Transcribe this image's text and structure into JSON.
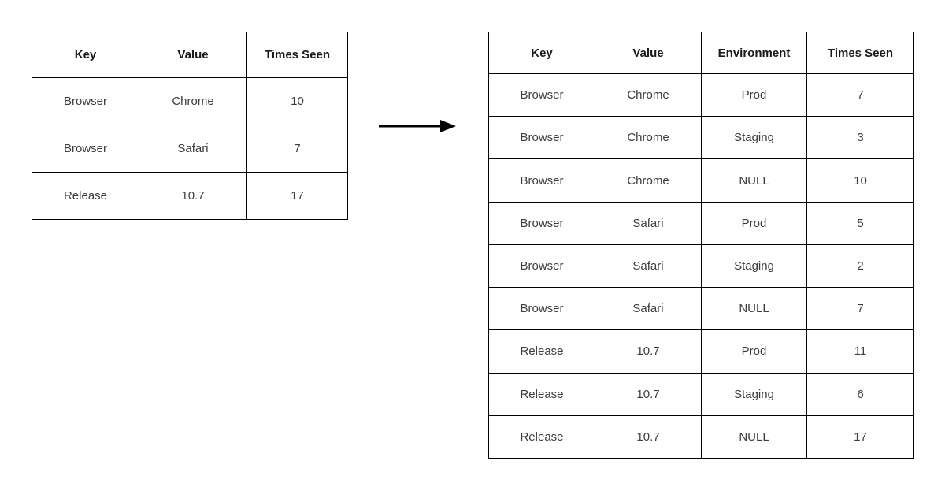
{
  "left_table": {
    "headers": [
      "Key",
      "Value",
      "Times Seen"
    ],
    "rows": [
      [
        "Browser",
        "Chrome",
        "10"
      ],
      [
        "Browser",
        "Safari",
        "7"
      ],
      [
        "Release",
        "10.7",
        "17"
      ]
    ]
  },
  "right_table": {
    "headers": [
      "Key",
      "Value",
      "Environment",
      "Times Seen"
    ],
    "rows": [
      [
        "Browser",
        "Chrome",
        "Prod",
        "7"
      ],
      [
        "Browser",
        "Chrome",
        "Staging",
        "3"
      ],
      [
        "Browser",
        "Chrome",
        "NULL",
        "10"
      ],
      [
        "Browser",
        "Safari",
        "Prod",
        "5"
      ],
      [
        "Browser",
        "Safari",
        "Staging",
        "2"
      ],
      [
        "Browser",
        "Safari",
        "NULL",
        "7"
      ],
      [
        "Release",
        "10.7",
        "Prod",
        "11"
      ],
      [
        "Release",
        "10.7",
        "Staging",
        "6"
      ],
      [
        "Release",
        "10.7",
        "NULL",
        "17"
      ]
    ],
    "null_label": "NULL"
  },
  "colors": {
    "background": "#ffffff",
    "border": "#000000",
    "header_text": "#1a1a1a",
    "cell_text": "#3d3d3d",
    "null_text": "#e8e8e8",
    "arrow": "#000000"
  }
}
